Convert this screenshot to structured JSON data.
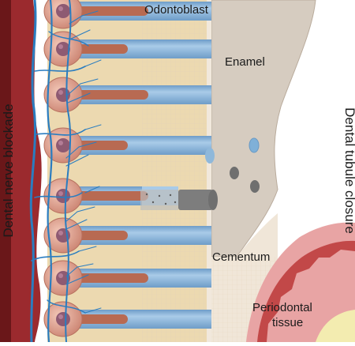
{
  "labels": {
    "odontoblast": "Odontoblast",
    "enamel": "Enamel",
    "cementum": "Cementum",
    "periodontal_line1": "Periodontal",
    "periodontal_line2": "tissue",
    "left_side": "Dental nerve blockade",
    "right_side": "Dental tubule closure"
  },
  "colors": {
    "pulp_dark_red": "#7a1e22",
    "pulp_red": "#9b2a2e",
    "odontoblast_cell": "#d99a8c",
    "odontoblast_nucleus": "#8e5a72",
    "process_brown": "#b86a52",
    "tubule_blue": "#8fb8da",
    "dentin_beige": "#ecd9b0",
    "enamel_gray": "#d6ccc0",
    "nerve_blue": "#2a7dc0",
    "occlusion_gray": "#7d7d7d",
    "gum_pink": "#e8a4a4",
    "gum_red": "#c24848",
    "bone_yellow": "#f3ecb0"
  }
}
